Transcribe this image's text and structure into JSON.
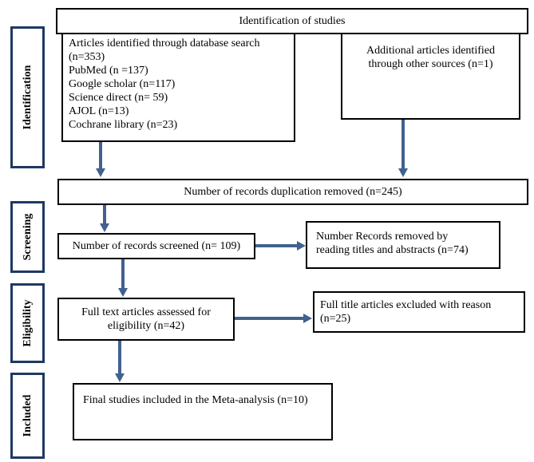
{
  "stages": {
    "identification": "Identification",
    "screening": "Screening",
    "eligibility": "Eligibility",
    "included": "Included"
  },
  "identification_header": "Identification of studies",
  "database_search": {
    "lines": [
      "Articles identified through database search",
      "(n=353)",
      "PubMed (n =137)",
      "Google scholar (n=117)",
      "Science direct (n= 59)",
      "AJOL (n=13)",
      "Cochrane library (n=23)"
    ]
  },
  "other_sources": {
    "lines": [
      "Additional articles identified",
      "through other sources (n=1)"
    ]
  },
  "duplicates_removed": "Number of records duplication removed (n=245)",
  "screened": "Number of records screened (n= 109)",
  "removed_titles": {
    "lines": [
      "Number Records removed by",
      "reading titles and abstracts (n=74)"
    ]
  },
  "full_text": {
    "lines": [
      "Full text articles assessed for",
      "eligibility (n=42)"
    ]
  },
  "excluded": {
    "lines": [
      "Full title articles excluded with reason",
      "(n=25)"
    ]
  },
  "final_included": "Final studies included in the Meta-analysis (n=10)",
  "colors": {
    "arrow": "#41618f",
    "stage_border": "#1f3864",
    "box_border": "#000000"
  }
}
